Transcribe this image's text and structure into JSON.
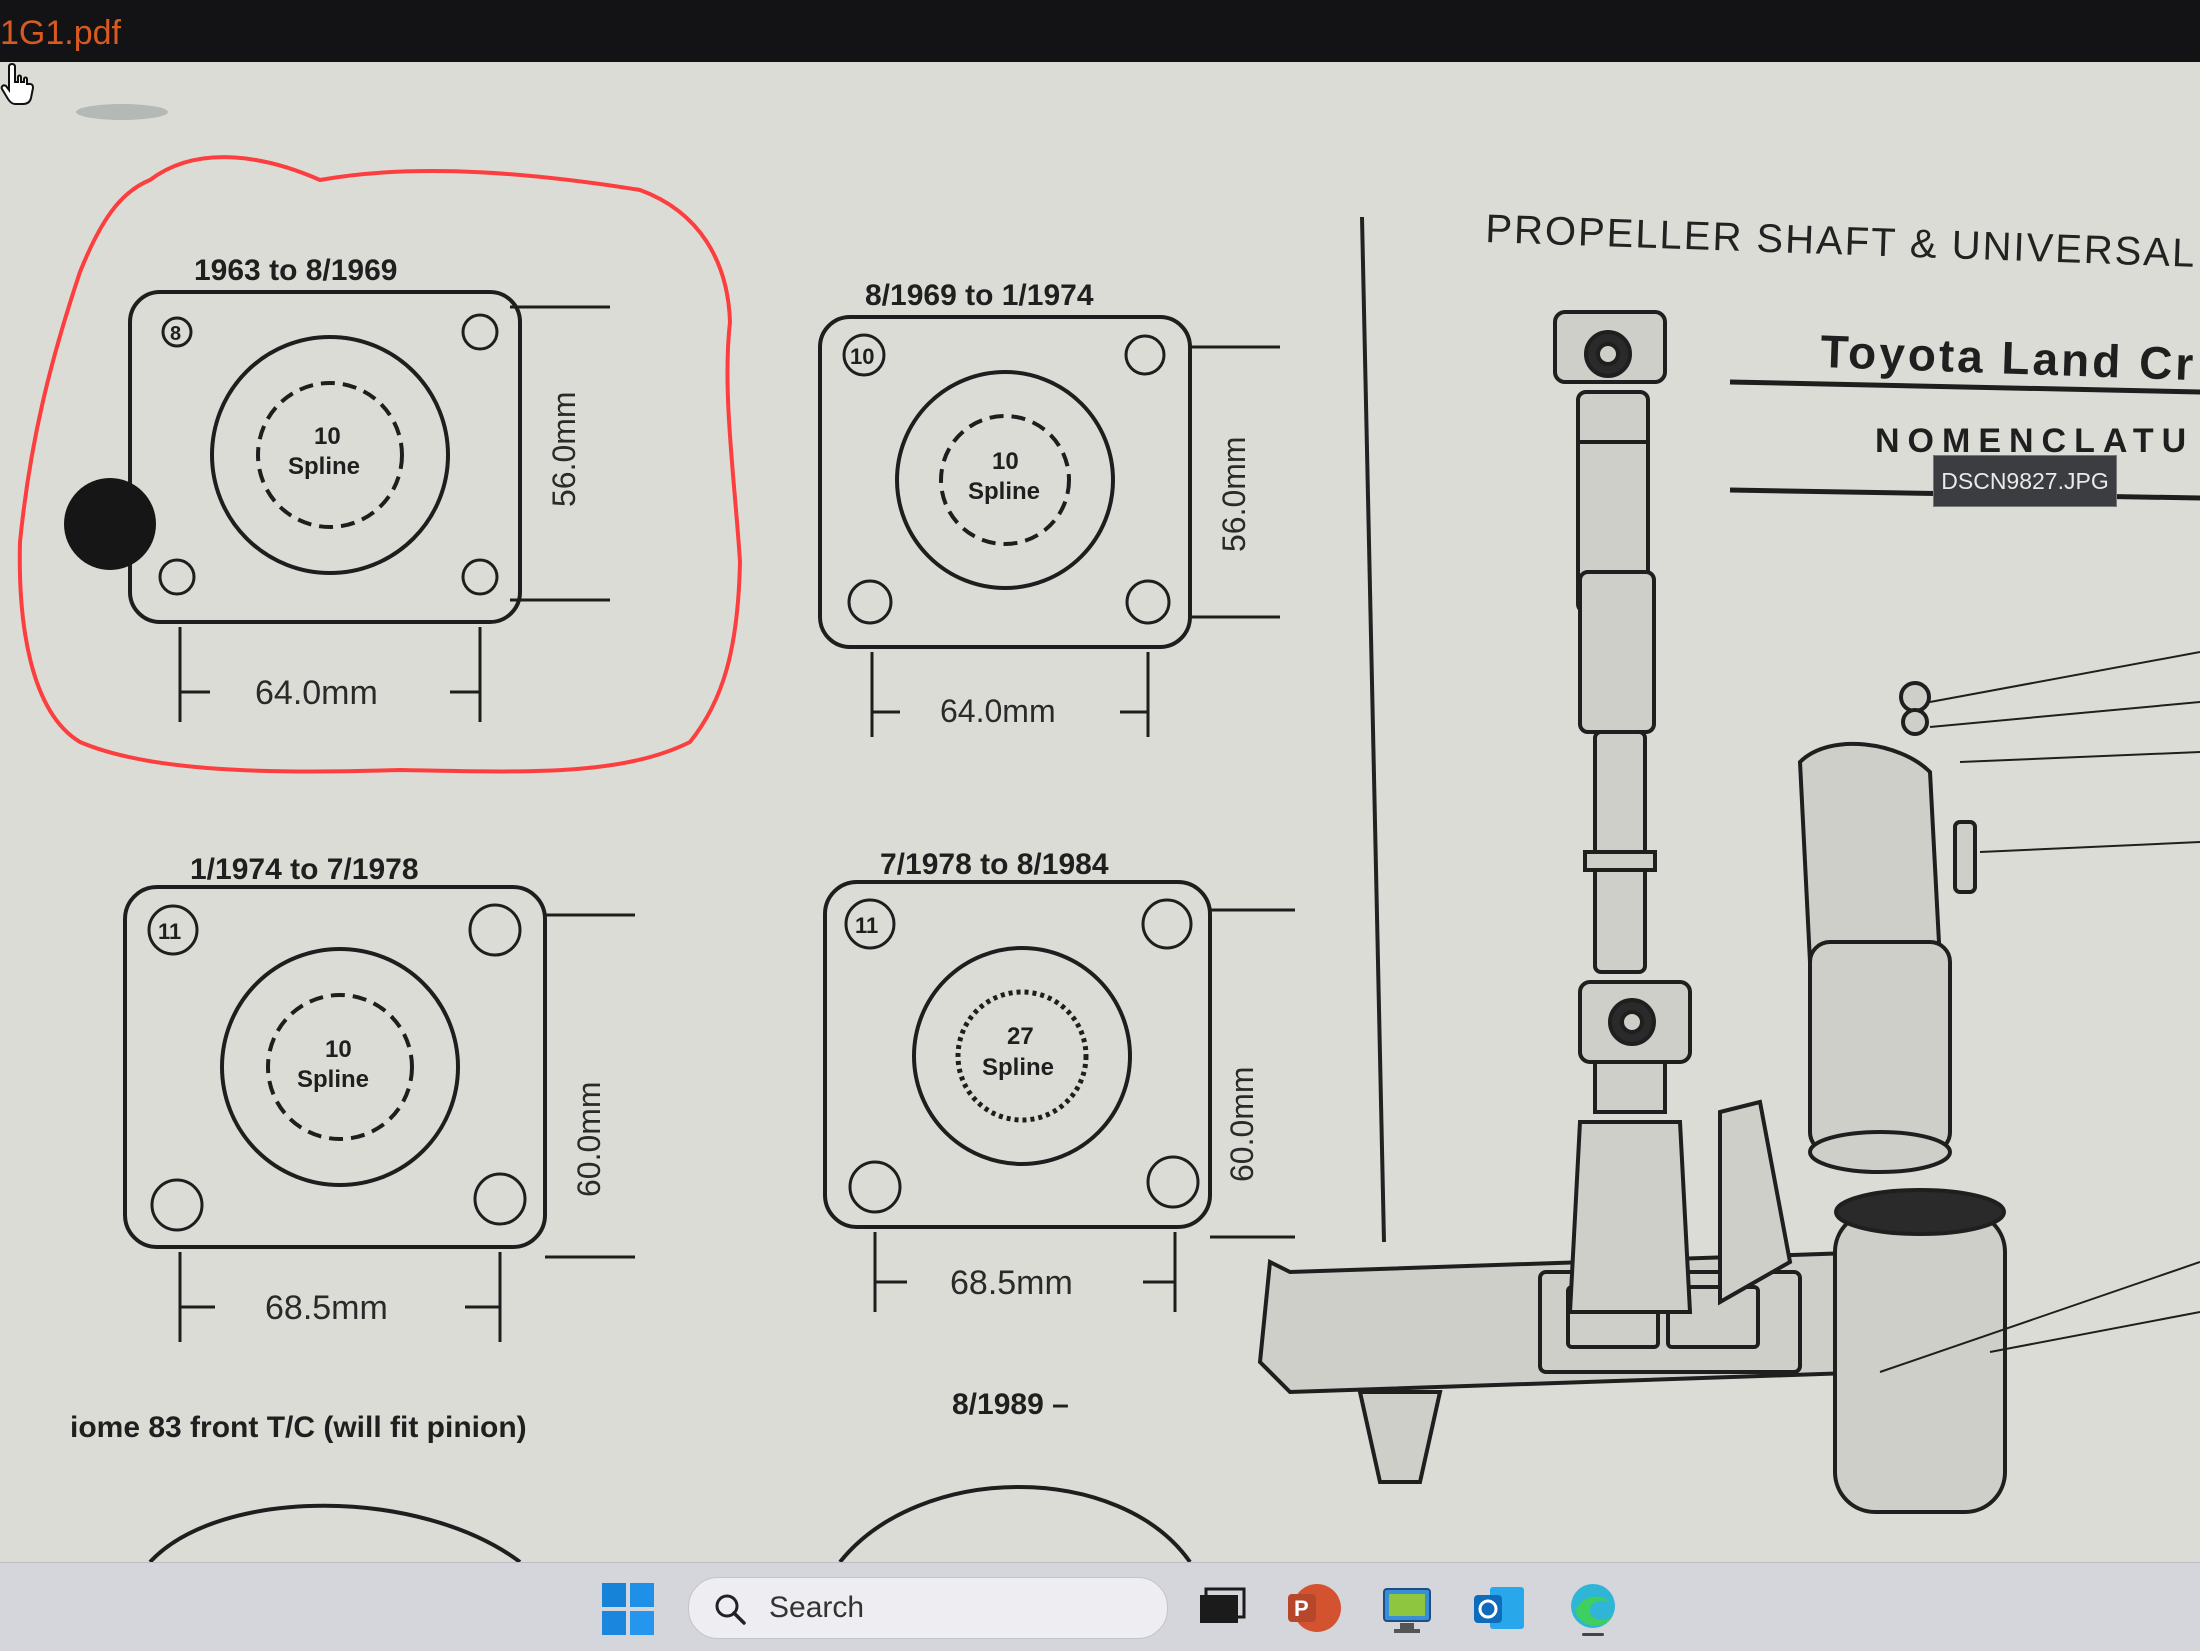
{
  "window": {
    "title_fragment": "1G1.pdf"
  },
  "document": {
    "diagrams": [
      {
        "date_range": "1963 to 8/1969",
        "bolt_size": "8",
        "spline_count": "10",
        "spline_word": "Spline",
        "height_dim": "56.0mm",
        "width_dim": "64.0mm",
        "highlighted": true
      },
      {
        "date_range": "8/1969 to 1/1974",
        "bolt_size": "10",
        "spline_count": "10",
        "spline_word": "Spline",
        "height_dim": "56.0mm",
        "width_dim": "64.0mm",
        "highlighted": false
      },
      {
        "date_range": "1/1974 to 7/1978",
        "bolt_size": "11",
        "spline_count": "10",
        "spline_word": "Spline",
        "height_dim": "60.0mm",
        "width_dim": "68.5mm",
        "highlighted": false
      },
      {
        "date_range": "7/1978 to 8/1984",
        "bolt_size": "11",
        "spline_count": "27",
        "spline_word": "Spline",
        "height_dim": "60.0mm",
        "width_dim": "68.5mm",
        "highlighted": false
      }
    ],
    "bottom_labels": {
      "left": "iome 83 front T/C (will fit pinion)",
      "right": "8/1989 –"
    },
    "catalog_header": "PROPELLER SHAFT & UNIVERSAL",
    "catalog_subheader": "Toyota Land Cr",
    "nomenclature_fragment": "NOMENCLATU"
  },
  "tooltip": {
    "text": "DSCN9827.JPG"
  },
  "taskbar": {
    "search_placeholder": "Search",
    "apps": [
      "start-icon",
      "task-view-icon",
      "powerpoint-icon",
      "remote-desktop-icon",
      "outlook-icon",
      "edge-icon"
    ]
  },
  "colors": {
    "highlight_circle": "#ff2d2d",
    "title_text": "#d65a22",
    "paper": "#dcdcd6"
  }
}
